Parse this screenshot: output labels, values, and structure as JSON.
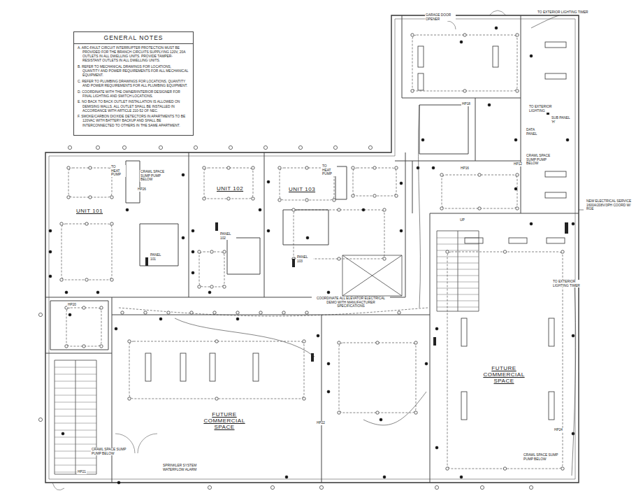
{
  "diagram": {
    "nodes": [
      {
        "text": [
          "GENERAL NOTES",
          "A. ARC-FAULT CIRCUIT INTERRUPTER PROTECTION MUST BE PROVIDED FOR THE BRANCH CIRCUITS SUPPLYING 120V, 20A OUTLETS IN ALL DWELLING UNITS. PROVIDE TAMPER-RESISTANT OUTLETS IN ALL DWELLING UNITS.",
          "B. REFER TO MECHANICAL DRAWINGS FOR LOCATIONS, QUANTITY AND POWER REQUIREMENTS FOR ALL MECHANICAL EQUIPMENT.",
          "C. REFER TO PLUMBING DRAWINGS FOR LOCATIONS, QUANTITY AND POWER REQUIREMENTS FOR ALL PLUMBING EQUIPMENT.",
          "D. COORDINATE WITH THE OWNER/INTERIOR DESIGNER FOR FINAL LIGHTING AND SWITCH LOCATIONS.",
          "E. NO BACK TO BACK OUTLET INSTALLATION IS ALLOWED ON DEMISING WALLS. ALL OUTLET SHALL BE INSTALLED IN ACCORDANCE WITH ARTICLE 210-52 OF NEC.",
          "F. SMOKE/CARBON DIOXIDE DETECTORS IN APARTMENTS TO BE 120VAC WITH BATTERY BACKUP AND SHALL BE INTERCONNECTED TO OTHERS IN THE SAME APARTMENT."
        ]
      }
    ],
    "labels": [
      "UNIT 101",
      "UNIT 102",
      "UNIT 103",
      "FUTURE COMMERCIAL SPACE",
      "FUTURE COMMERCIAL SPACE",
      "GARAGE DOOR OPENER",
      "TO EXTERIOR LIGHTING TIMER",
      "TO EXTERIOR LIGHTING",
      "DATA PANEL",
      "SUB PANEL 'H'",
      "CRAWL SPACE SUMP PUMP BELOW",
      "CRAWL SPACE SUMP PUMP BELOW",
      "CRAWL SPACE SUMP PUMP BELOW",
      "CRAWL SPACE SUMP PUMP BELOW",
      "NEW ELECTRICAL SERVICE 1600A/208V/3PH COORD W/ RGE",
      "TO EXTERIOR LIGHTING TIMER",
      "COORDINATE ALL ELEVATOR ELECTRICAL DEMO WITH MANUFACTURER SPECIFICATIONS",
      "SPRINKLER SYSTEM WATERFLOW ALARM",
      "UP",
      "TO HEAT PUMP",
      "TO HEAT PUMP",
      "PANEL 101",
      "PANEL 102",
      "PANEL 103",
      "HP26",
      "HP12",
      "HP18",
      "HP24",
      "HP20",
      "HP21",
      "HP22",
      "HP16"
    ]
  }
}
